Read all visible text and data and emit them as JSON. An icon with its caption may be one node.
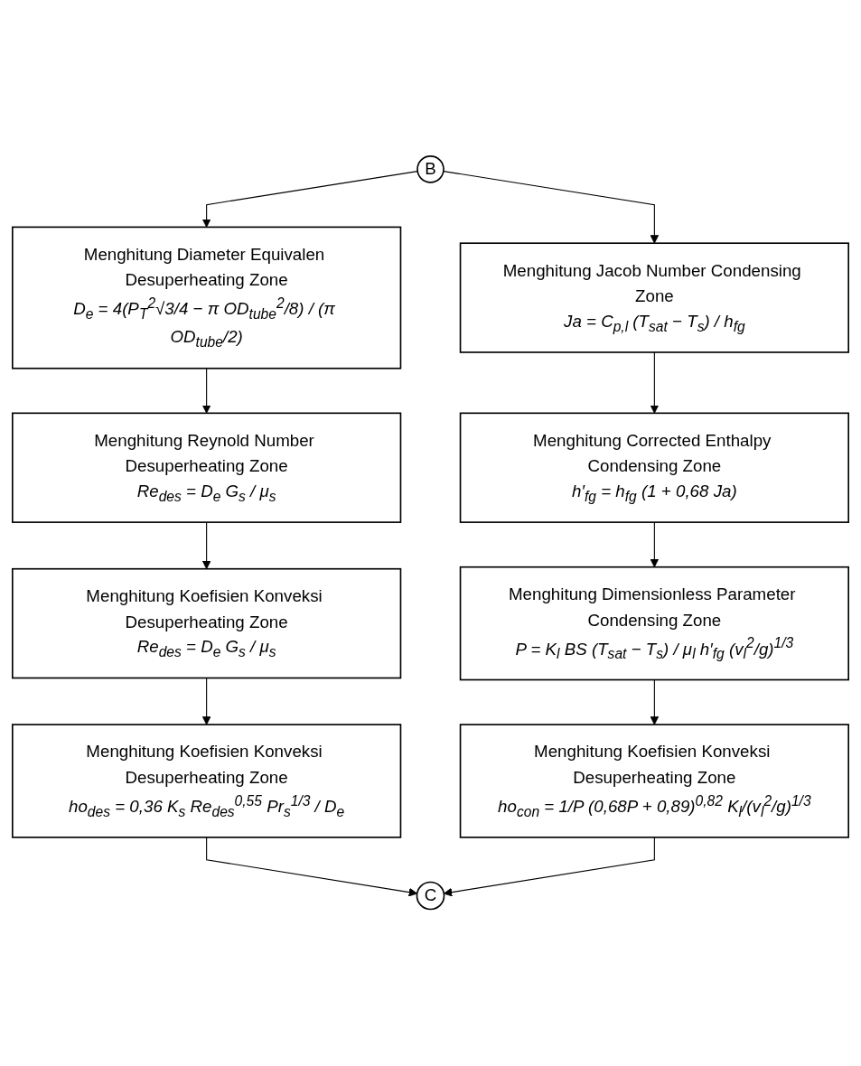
{
  "diagram": {
    "nodes": [
      {
        "text": [
          "B"
        ]
      },
      {
        "text": [
          "Menghitung Diameter Equivalen Desuperheating Zone",
          "D$_{e}$ = 4(P$_{T}$$^{2}$√3/4 − π OD$_{tube}$$^{2}$/8) / (π OD$_{tube}$/2)"
        ]
      },
      {
        "text": [
          "Menghitung Jacob Number Condensing Zone",
          "Ja = C$_{p,l}$ (T$_{sat}$ − T$_{s}$) / h$_{fg}$"
        ]
      },
      {
        "text": [
          "Menghitung Reynold Number Desuperheating Zone",
          "Re$_{des}$ = D$_{e}$ G$_{s}$ / μ$_{s}$"
        ]
      },
      {
        "text": [
          "Menghitung Corrected Enthalpy Condensing Zone",
          "h′$_{fg}$ = h$_{fg}$ (1 + 0,68 Ja)"
        ]
      },
      {
        "text": [
          "Menghitung Koefisien Konveksi Desuperheating Zone",
          "Re$_{des}$ = D$_{e}$ G$_{s}$ / μ$_{s}$"
        ]
      },
      {
        "text": [
          "Menghitung Dimensionless Parameter Condensing Zone",
          "P = K$_{l}$ BS (T$_{sat}$ − T$_{s}$) / μ$_{l}$ h′$_{fg}$ (v$_{l}$$^{2}$/g)$^{1/3}$"
        ]
      },
      {
        "text": [
          "Menghitung Koefisien Konveksi Desuperheating Zone",
          "ho$_{des}$ = 0,36 K$_{s}$ Re$_{des}$$^{0,55}$ Pr$_{s}$$^{1/3}$ / D$_{e}$"
        ]
      },
      {
        "text": [
          "Menghitung Koefisien Konveksi Desuperheating Zone",
          "ho$_{con}$ = 1/P (0,68P + 0,89)$^{0,82}$ K$_{l}$/(v$_{l}$$^{2}$/g)$^{1/3}$"
        ]
      },
      {
        "text": [
          "C"
        ]
      }
    ],
    "edges": [
      {
        "from": 0,
        "to": 1,
        "arrow": "to"
      },
      {
        "from": 0,
        "to": 2,
        "arrow": "to"
      },
      {
        "from": 1,
        "to": 3,
        "arrow": "to"
      },
      {
        "from": 2,
        "to": 4,
        "arrow": "to"
      },
      {
        "from": 3,
        "to": 5,
        "arrow": "to"
      },
      {
        "from": 4,
        "to": 6,
        "arrow": "to"
      },
      {
        "from": 5,
        "to": 7,
        "arrow": "to"
      },
      {
        "from": 6,
        "to": 8,
        "arrow": "to"
      },
      {
        "from": 7,
        "to": 9,
        "arrow": "to"
      },
      {
        "from": 8,
        "to": 9,
        "arrow": "to"
      }
    ]
  }
}
